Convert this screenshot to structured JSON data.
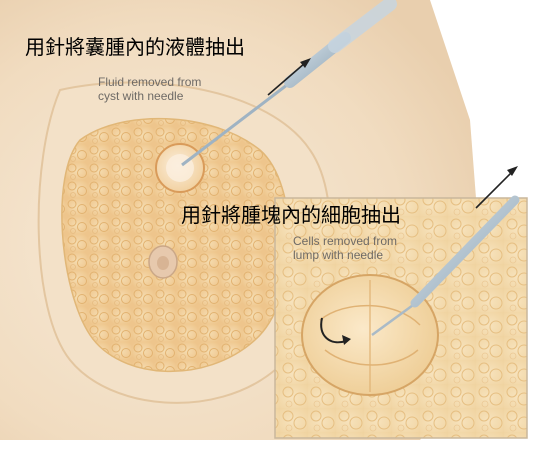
{
  "titles": {
    "fluid_zh": "用針將囊腫內的液體抽出",
    "cells_zh": "用針將腫塊內的細胞抽出"
  },
  "captions": {
    "fluid_line1": "Fluid removed from",
    "fluid_line2": "cyst with needle",
    "cells_line1": "Cells removed from",
    "cells_line2": "lump with needle"
  },
  "colors": {
    "skin": "#f3dfc4",
    "gland": "#f0c98a",
    "inset_border": "#c9b79c",
    "text_zh": "#000000",
    "caption": "#6e6a66"
  },
  "icons": {
    "fluid_arrow": "arrow-up-right-icon",
    "cells_arrow": "arrow-up-right-icon",
    "rotation": "curved-arrow-icon"
  }
}
